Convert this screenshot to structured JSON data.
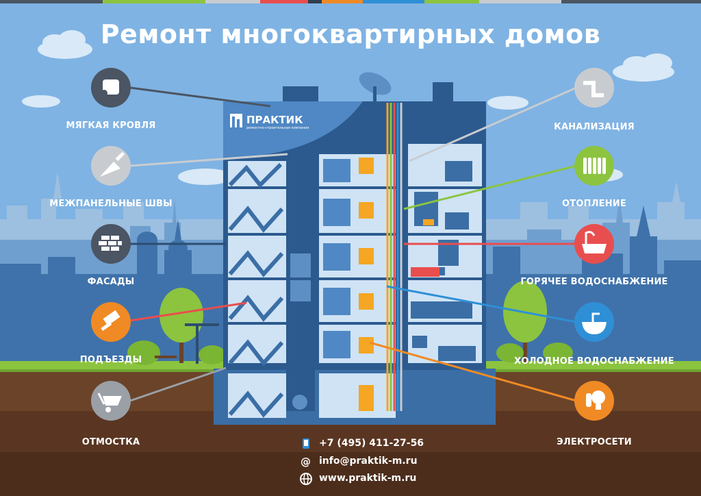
{
  "title": "Ремонт многоквартирных домов",
  "brand": {
    "name": "ПРАКТИК",
    "tagline": "ремонтно-строительная компания"
  },
  "left_services": [
    {
      "label": "МЯГКАЯ КРОВЛЯ",
      "icon": "roll-icon"
    },
    {
      "label": "МЕЖПАНЕЛЬНЫЕ ШВЫ",
      "icon": "trowel-icon"
    },
    {
      "label": "ФАСАДЫ",
      "icon": "brick-icon"
    },
    {
      "label": "ПОДЪЕЗДЫ",
      "icon": "paint-brush-icon"
    },
    {
      "label": "ОТМОСТКА",
      "icon": "wheelbarrow-icon"
    }
  ],
  "right_services": [
    {
      "label": "КАНАЛИЗАЦИЯ",
      "icon": "pipe-icon"
    },
    {
      "label": "ОТОПЛЕНИЕ",
      "icon": "radiator-icon"
    },
    {
      "label": "ГОРЯЧЕЕ ВОДОСНАБЖЕНИЕ",
      "icon": "bathtub-icon"
    },
    {
      "label": "ХОЛОДНОЕ ВОДОСНАБЖЕНИЕ",
      "icon": "sink-icon"
    },
    {
      "label": "ЭЛЕКТРОСЕТИ",
      "icon": "lightbulb-icon"
    }
  ],
  "contacts": {
    "phone": "+7 (495) 411-27-56",
    "email": "info@praktik-m.ru",
    "website": "www.praktik-m.ru"
  },
  "colors": {
    "sky": "#7fb3e3",
    "building": "#3b6ea5",
    "ground": "#6b4329",
    "grass": "#8cc43f",
    "accent_red": "#e94e4e",
    "accent_orange": "#f08a24",
    "accent_gray": "#9aa0a6",
    "accent_dark": "#4b5563",
    "accent_green": "#8cc43f",
    "accent_blue": "#2f8fd6"
  }
}
